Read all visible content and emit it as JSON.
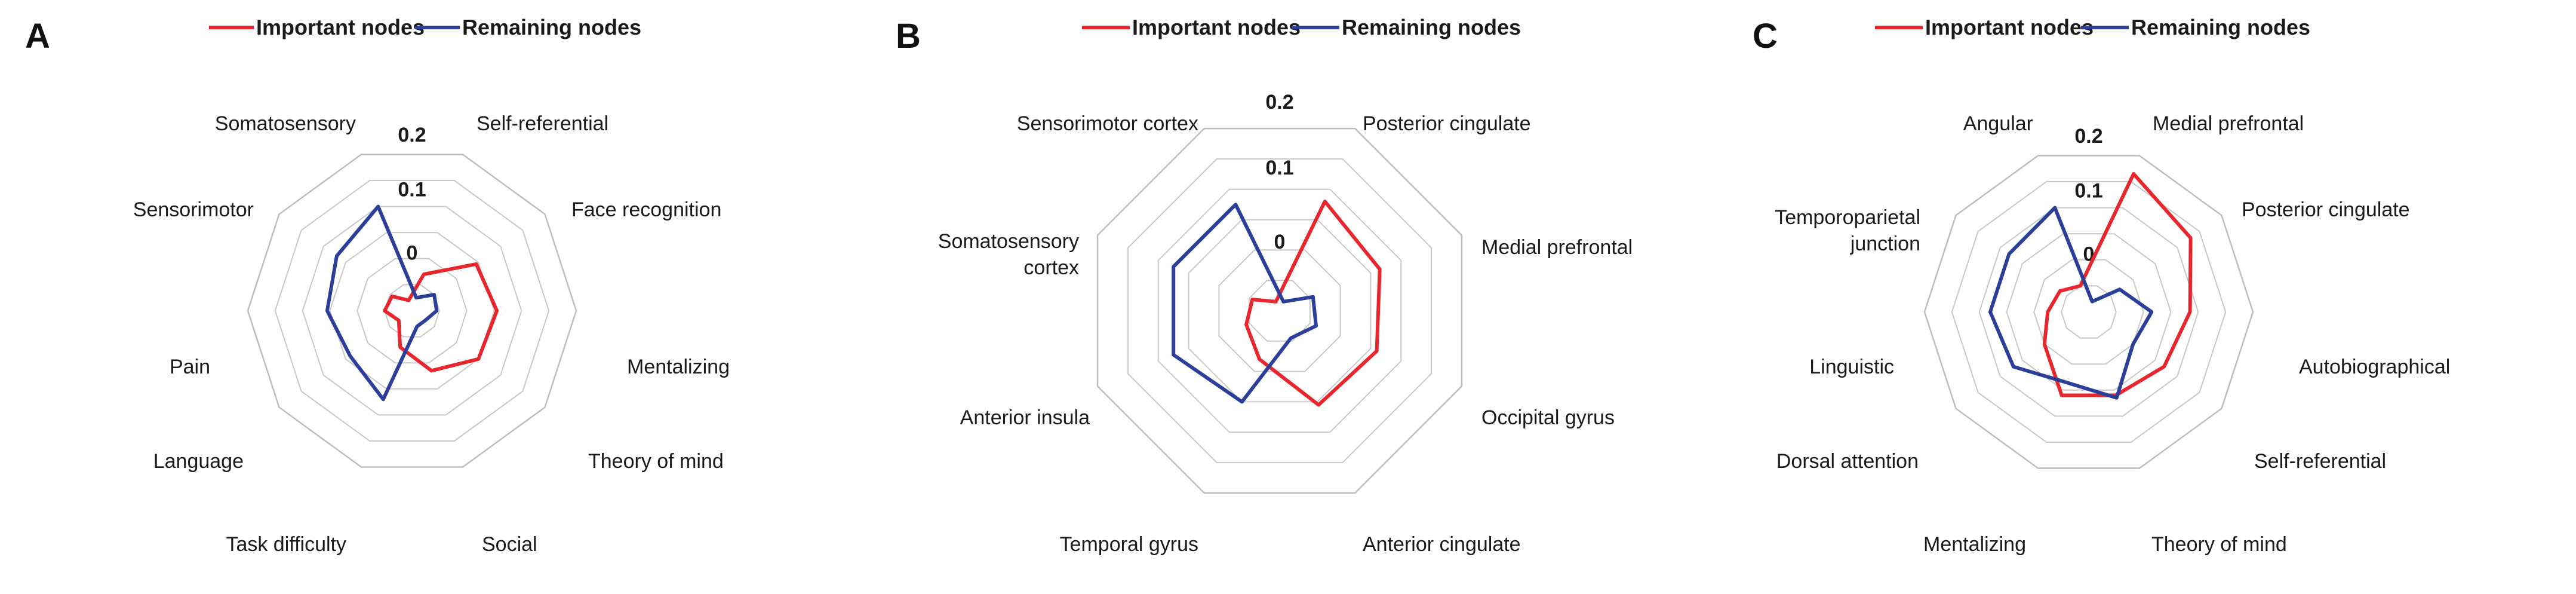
{
  "colors": {
    "important": "#e8262d",
    "remaining": "#2b3f9a",
    "grid": "#c8c8c8"
  },
  "chart_data": [
    {
      "type": "radar",
      "panel": "A",
      "legend": [
        "Important nodes",
        "Remaining nodes"
      ],
      "axes": [
        "Self-referential",
        "Face recognition",
        "Mentalizing",
        "Theory of mind",
        "Social",
        "Task difficulty",
        "Language",
        "Pain",
        "Sensorimotor",
        "Somatosensory"
      ],
      "tick_labels": [
        "0",
        "0.1",
        "0.2"
      ],
      "rlim": [
        -0.1,
        0.2
      ],
      "grid": true,
      "legend_position": "top",
      "series": [
        {
          "name": "Important nodes",
          "values": [
            -0.03,
            0.045,
            0.055,
            0.05,
            0.015,
            -0.03,
            -0.07,
            -0.05,
            -0.055,
            -0.08
          ]
        },
        {
          "name": "Remaining nodes",
          "values": [
            -0.075,
            -0.05,
            -0.055,
            -0.07,
            -0.07,
            0.07,
            0.04,
            0.055,
            0.07,
            0.1
          ]
        }
      ]
    },
    {
      "type": "radar",
      "panel": "B",
      "legend": [
        "Important nodes",
        "Remaining nodes"
      ],
      "axes": [
        "Posterior cingulate",
        "Medial prefrontal",
        "Occipital gyrus",
        "Anterior cingulate",
        "Temporal gyrus",
        "Anterior insula",
        "Somatosensory cortex",
        "Sensorimotor cortex"
      ],
      "tick_labels": [
        "0",
        "0.1",
        "0.2"
      ],
      "rlim": [
        -0.1,
        0.2
      ],
      "grid": true,
      "legend_position": "top",
      "series": [
        {
          "name": "Important nodes",
          "values": [
            0.08,
            0.065,
            0.06,
            0.055,
            -0.02,
            -0.045,
            -0.055,
            -0.085
          ]
        },
        {
          "name": "Remaining nodes",
          "values": [
            -0.085,
            -0.045,
            -0.04,
            -0.055,
            0.05,
            0.075,
            0.075,
            0.075
          ]
        }
      ]
    },
    {
      "type": "radar",
      "panel": "C",
      "legend": [
        "Important nodes",
        "Remaining nodes"
      ],
      "axes": [
        "Medial prefrontal",
        "Posterior cingulate",
        "Autobiographical",
        "Self-referential",
        "Theory of mind",
        "Mentalizing",
        "Dorsal attention",
        "Linguistic",
        "Temporoparietal junction",
        "Angular"
      ],
      "tick_labels": [
        "0",
        "0.1",
        "0.2"
      ],
      "rlim": [
        -0.1,
        0.2
      ],
      "grid": true,
      "legend_position": "top",
      "series": [
        {
          "name": "Important nodes",
          "values": [
            0.165,
            0.13,
            0.085,
            0.07,
            0.06,
            0.06,
            0.0,
            -0.025,
            -0.035,
            -0.05
          ]
        },
        {
          "name": "Remaining nodes",
          "values": [
            -0.08,
            -0.03,
            0.015,
            0.0,
            0.065,
            0.035,
            0.07,
            0.08,
            0.08,
            0.1
          ]
        }
      ]
    }
  ]
}
